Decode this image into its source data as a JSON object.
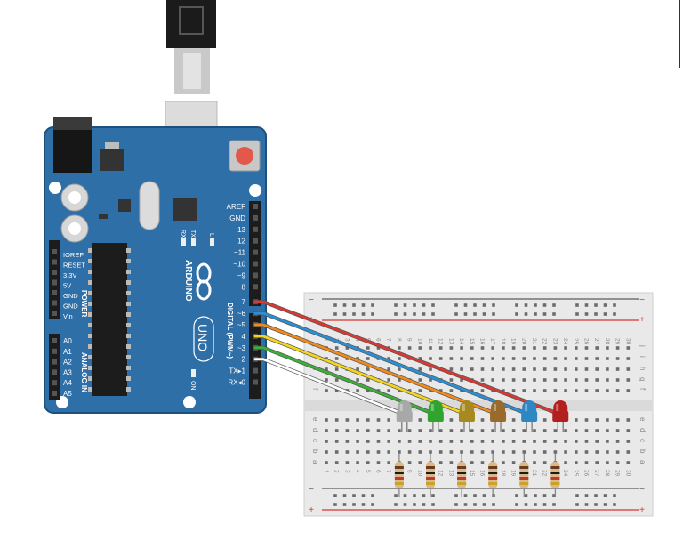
{
  "colors": {
    "board": "#2f6fa8",
    "board_edge": "#1f4f7d",
    "breadboard": "#e9e9e9",
    "rail_red": "#d8352e",
    "rail_dark": "#5b5b5b",
    "wire_red": "#d63a33",
    "wire_blue": "#2b8fd6",
    "wire_orange": "#f08a1c",
    "wire_yellow": "#f3d51f",
    "wire_green": "#3cae3a",
    "wire_white": "#ffffff"
  },
  "arduino": {
    "brand": "ARDUINO",
    "model": "UNO",
    "on_label": "ON",
    "tx_label": "TX",
    "rx_label": "RX",
    "l_label": "L",
    "power_title": "POWER",
    "analog_title": "ANALOG IN",
    "digital_title": "DIGITAL (PWM~)",
    "power_pins": [
      "IOREF",
      "RESET",
      "3.3V",
      "5V",
      "GND",
      "GND",
      "Vin"
    ],
    "analog_pins": [
      "A0",
      "A1",
      "A2",
      "A3",
      "A4",
      "A5"
    ],
    "digital_pins": [
      "AREF",
      "GND",
      "13",
      "12",
      "~11",
      "~10",
      "~9",
      "8",
      "7",
      "~6",
      "~5",
      "4",
      "~3",
      "2",
      "TX▸1",
      "RX◂0"
    ]
  },
  "breadboard": {
    "row_letters_top": [
      "j",
      "i",
      "h",
      "g",
      "f"
    ],
    "row_letters_bottom": [
      "e",
      "d",
      "c",
      "b",
      "a"
    ],
    "column_numbers": [
      "1",
      "2",
      "3",
      "4",
      "5",
      "6",
      "7",
      "8",
      "9",
      "10",
      "11",
      "12",
      "13",
      "14",
      "15",
      "16",
      "17",
      "18",
      "19",
      "20",
      "21",
      "22",
      "23",
      "24",
      "25",
      "26",
      "27",
      "28",
      "29",
      "30"
    ],
    "rail_plus": "+",
    "rail_minus": "−"
  },
  "leds": [
    {
      "color": "#a8a8a8",
      "name": "white-led"
    },
    {
      "color": "#2fa52f",
      "name": "green-led"
    },
    {
      "color": "#a68a1e",
      "name": "yellow-led"
    },
    {
      "color": "#9a6a2c",
      "name": "orange-led"
    },
    {
      "color": "#2f86c4",
      "name": "blue-led"
    },
    {
      "color": "#b31f1f",
      "name": "red-led"
    }
  ]
}
